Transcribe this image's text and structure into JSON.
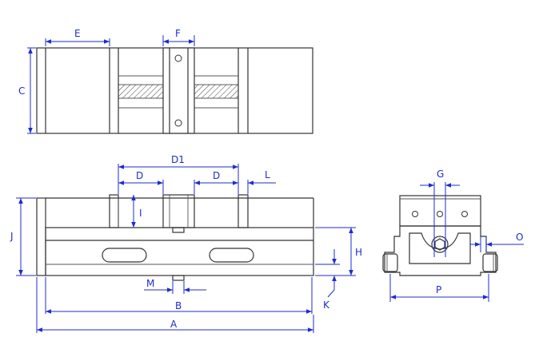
{
  "labels": {
    "E": "E",
    "F": "F",
    "C": "C",
    "D1": "D1",
    "D_left": "D",
    "D_right": "D",
    "L": "L",
    "I": "I",
    "J": "J",
    "H": "H",
    "G": "G",
    "O": "O",
    "M": "M",
    "B": "B",
    "K": "K",
    "P": "P",
    "A": "A"
  },
  "colors": {
    "dimension": "#1f2bd0",
    "outline": "#333333"
  }
}
